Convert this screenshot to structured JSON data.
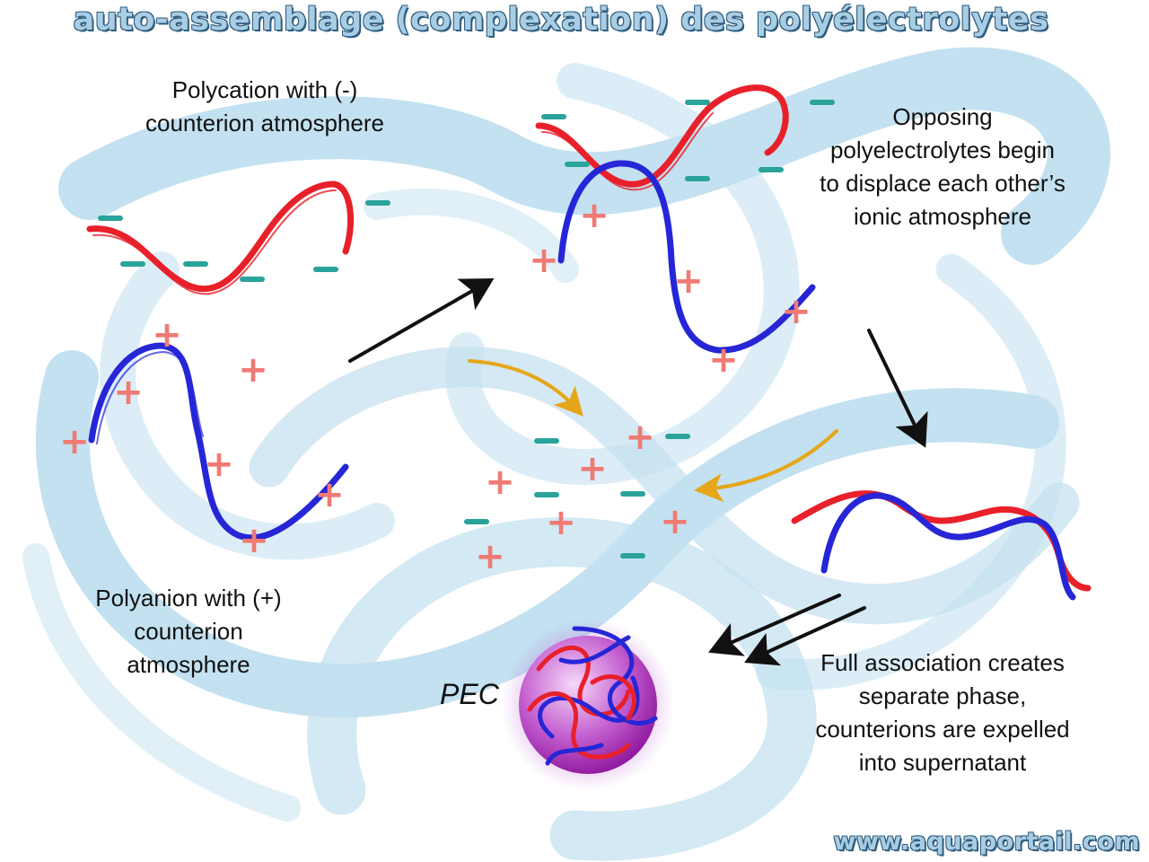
{
  "title": "auto-assemblage (complexation) des polyélectrolytes",
  "credit": "www.aquaportail.com",
  "labels": {
    "polycation": [
      "Polycation with (-)",
      "counterion atmosphere"
    ],
    "polyanion": [
      "Polyanion with (+)",
      "counterion",
      "atmosphere"
    ],
    "opposing": [
      "Opposing",
      "polyelectrolytes begin",
      "to displace each other’s",
      "ionic atmosphere"
    ],
    "full_association": [
      "Full association creates",
      "separate phase,",
      "counterions are expelled",
      "into supernatant"
    ],
    "pec": "PEC"
  },
  "colors": {
    "background_swirl": "#b9dcee",
    "polycation_chain": "#e8202a",
    "polyanion_chain": "#2626d6",
    "negative_ion": "#2aa39a",
    "positive_ion": "#f07a74",
    "process_arrow": "#111111",
    "counterion_release_arrow": "#e6a619",
    "pec_sphere": "#9c1cb0",
    "title_fill": "#a9cde2",
    "title_outline": "#2f5d80"
  },
  "icons": {
    "negative_ion": "minus-icon",
    "positive_ion": "plus-icon"
  }
}
